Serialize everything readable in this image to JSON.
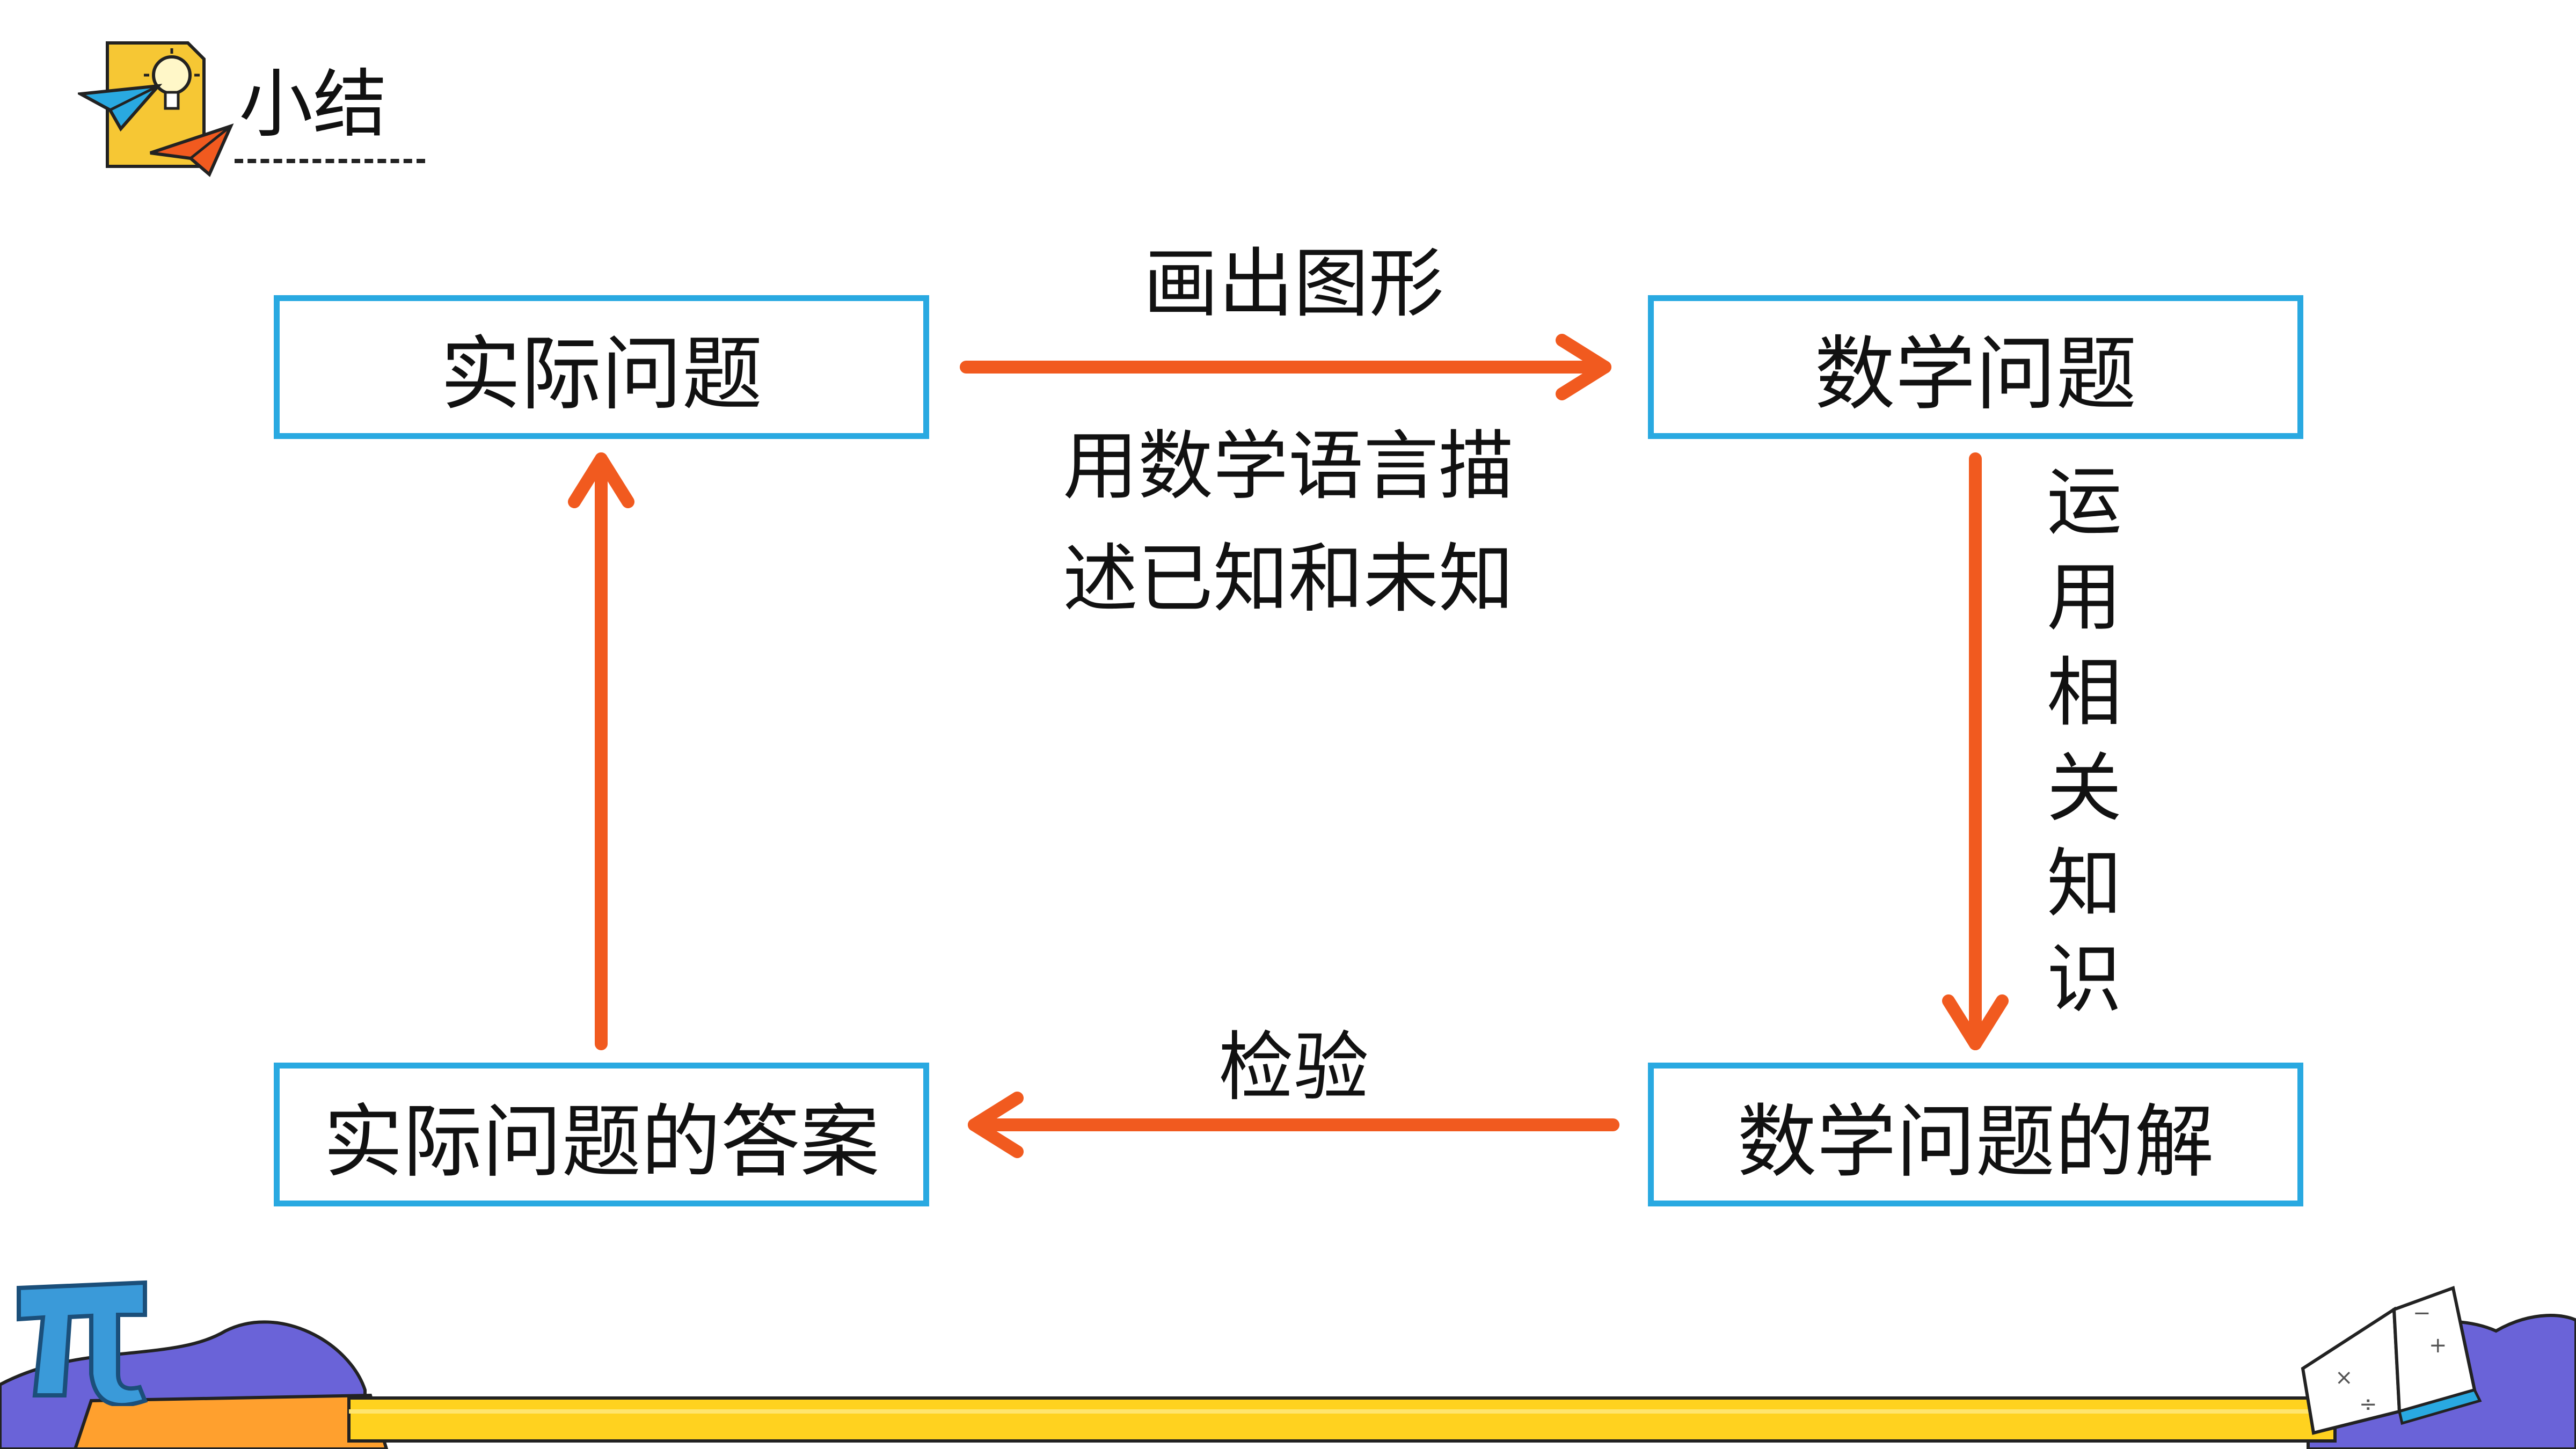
{
  "header": {
    "title": "小结"
  },
  "diagram": {
    "boxes": {
      "practical_problem": "实际问题",
      "math_problem": "数学问题",
      "practical_answer": "实际问题的答案",
      "math_solution": "数学问题的解"
    },
    "edges": {
      "draw_figure": "画出图形",
      "describe_line1": "用数学语言描",
      "describe_line2": "述已知和未知",
      "apply_knowledge": "运用相关知识",
      "verify": "检验"
    }
  },
  "colors": {
    "box_border": "#29a9e1",
    "arrow": "#f15a1f",
    "footer_stripe": "#ffd21f",
    "footer_blob": "#6a63d8",
    "pi_icon": "#3a9ad9"
  },
  "icons": [
    "idea-lightbulb-icon",
    "paper-plane-icon",
    "pi-symbol-icon",
    "open-book-icon"
  ]
}
